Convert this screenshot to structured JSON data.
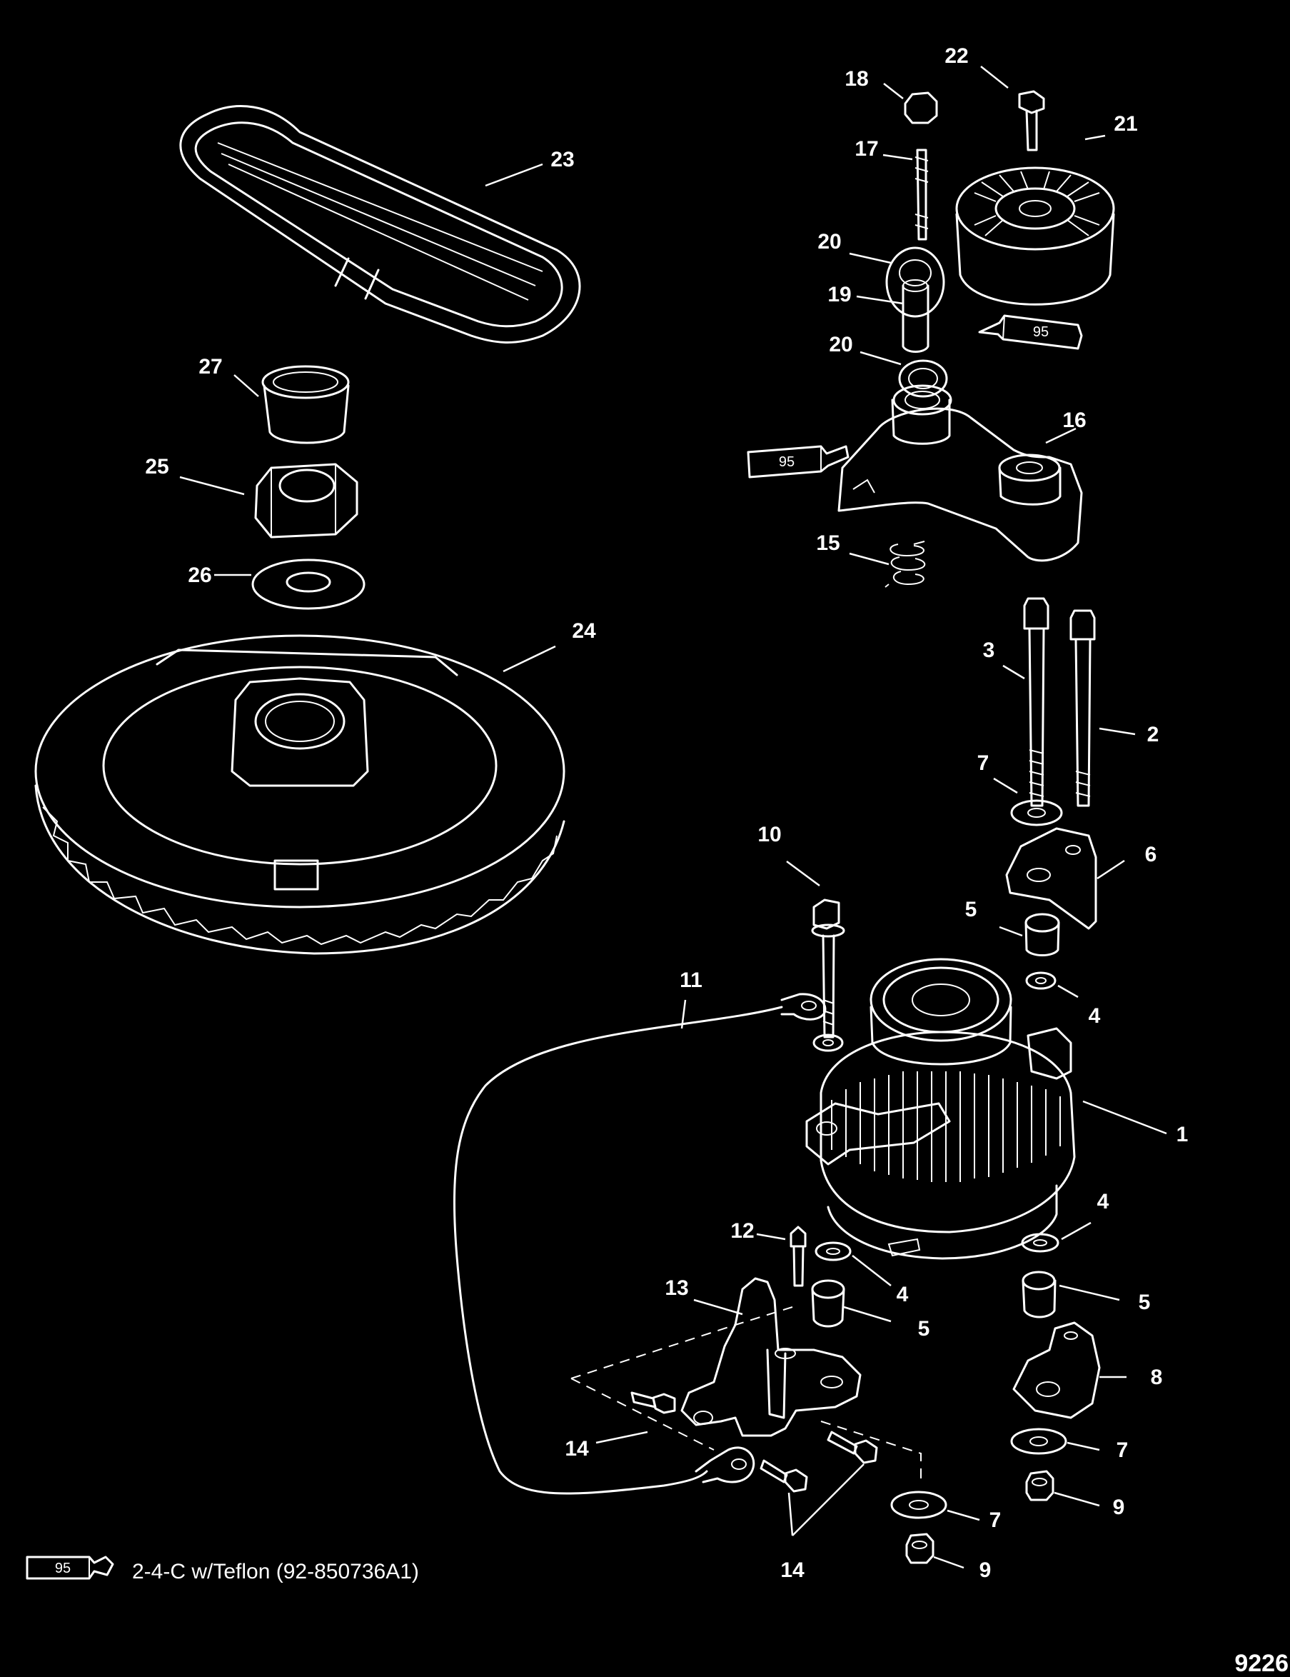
{
  "callouts": [
    {
      "id": "c1",
      "label": "1"
    },
    {
      "id": "c2",
      "label": "2"
    },
    {
      "id": "c3",
      "label": "3"
    },
    {
      "id": "c4a",
      "label": "4"
    },
    {
      "id": "c4b",
      "label": "4"
    },
    {
      "id": "c4c",
      "label": "4"
    },
    {
      "id": "c5a",
      "label": "5"
    },
    {
      "id": "c5b",
      "label": "5"
    },
    {
      "id": "c5c",
      "label": "5"
    },
    {
      "id": "c6",
      "label": "6"
    },
    {
      "id": "c7a",
      "label": "7"
    },
    {
      "id": "c7b",
      "label": "7"
    },
    {
      "id": "c7c",
      "label": "7"
    },
    {
      "id": "c8",
      "label": "8"
    },
    {
      "id": "c9a",
      "label": "9"
    },
    {
      "id": "c9b",
      "label": "9"
    },
    {
      "id": "c10",
      "label": "10"
    },
    {
      "id": "c11",
      "label": "11"
    },
    {
      "id": "c12",
      "label": "12"
    },
    {
      "id": "c13",
      "label": "13"
    },
    {
      "id": "c14a",
      "label": "14"
    },
    {
      "id": "c14b",
      "label": "14"
    },
    {
      "id": "c15",
      "label": "15"
    },
    {
      "id": "c16",
      "label": "16"
    },
    {
      "id": "c17",
      "label": "17"
    },
    {
      "id": "c18",
      "label": "18"
    },
    {
      "id": "c19",
      "label": "19"
    },
    {
      "id": "c20a",
      "label": "20"
    },
    {
      "id": "c20b",
      "label": "20"
    },
    {
      "id": "c21",
      "label": "21"
    },
    {
      "id": "c22",
      "label": "22"
    },
    {
      "id": "c23",
      "label": "23"
    },
    {
      "id": "c24",
      "label": "24"
    },
    {
      "id": "c25",
      "label": "25"
    },
    {
      "id": "c26",
      "label": "26"
    },
    {
      "id": "c27",
      "label": "27"
    }
  ],
  "tube_labels": {
    "upper": "95",
    "lower": "95",
    "legend": "95"
  },
  "legend": {
    "text": "2-4-C w/Teflon (92-850736A1)"
  },
  "figure_number": "9226",
  "colors": {
    "background": "#000000",
    "line": "#ffffff"
  }
}
